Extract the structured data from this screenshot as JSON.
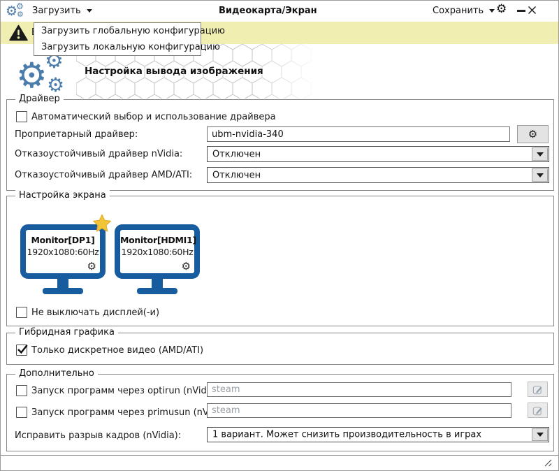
{
  "icons": {
    "gear": "⚙"
  },
  "titlebar": {
    "load_menu": "Загрузить",
    "title": "Видеокарта/Экран",
    "save_menu": "Сохранить"
  },
  "load_dropdown": {
    "items": [
      {
        "label": "Загрузить глобальную конфигурацию"
      },
      {
        "label": "Загрузить локальную конфигурацию"
      }
    ]
  },
  "warning_bar": {
    "visible_text": "В"
  },
  "header": {
    "title": "Настройка вывода изображения"
  },
  "driver": {
    "legend": "Драйвер",
    "auto_select_label": "Автоматический выбор и использование драйвера",
    "proprietary_label": "Проприетарный драйвер:",
    "proprietary_value": "ubm-nvidia-340",
    "failsafe_nvidia_label": "Отказоустойчивый драйвер nVidia:",
    "failsafe_nvidia_value": "Отключен",
    "failsafe_amd_label": "Отказоустойчивый драйвер AMD/ATI:",
    "failsafe_amd_value": "Отключен"
  },
  "screen": {
    "legend": "Настройка экрана",
    "monitors": [
      {
        "name": "Monitor[DP1]",
        "mode": "1920x1080:60Hz",
        "primary": true
      },
      {
        "name": "Monitor[HDMI1]",
        "mode": "1920x1080:60Hz",
        "primary": false
      }
    ],
    "keep_on_label": "Не выключать дисплей(-и)"
  },
  "hybrid": {
    "legend": "Гибридная графика",
    "discrete_only_label": "Только дискретное видео (AMD/ATI)",
    "discrete_only_checked": true
  },
  "extra": {
    "legend": "Дополнительно",
    "optirun_label": "Запуск программ через optirun (nVidia):",
    "optirun_placeholder": "steam",
    "primusun_label": "Запуск программ через primusun (nVidia):",
    "primusun_placeholder": "steam",
    "tearfix_label": "Исправить разрыв кадров (nVidia):",
    "tearfix_value": "1 вариант. Может снизить производительность в играх"
  },
  "colors": {
    "accent_blue": "#165c9e",
    "logo_blue": "#4b7cac",
    "warning_bg": "#f1eeb1",
    "star_gold": "#f2c438"
  }
}
